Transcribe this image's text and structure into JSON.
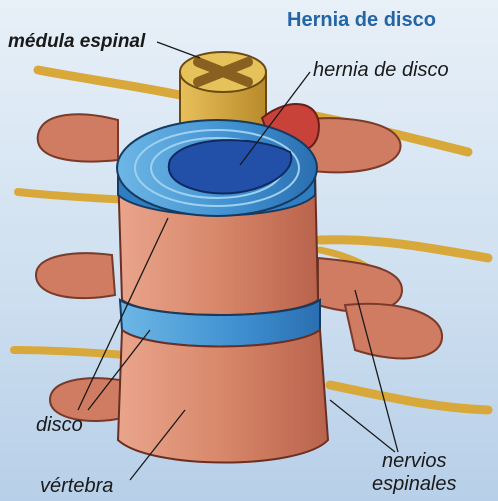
{
  "title": "Hernia de disco",
  "labels": {
    "spinal_cord": "médula espinal",
    "herniated_disc": "hernia de disco",
    "disc": "disco",
    "vertebra": "vértebra",
    "spinal_nerves_line1": "nervios",
    "spinal_nerves_line2": "espinales"
  },
  "colors": {
    "title": "#2465a6",
    "bone": "#d8876a",
    "disc": "#3f8fd0",
    "nerve": "#d8a93a",
    "herniation": "#c8423a"
  }
}
